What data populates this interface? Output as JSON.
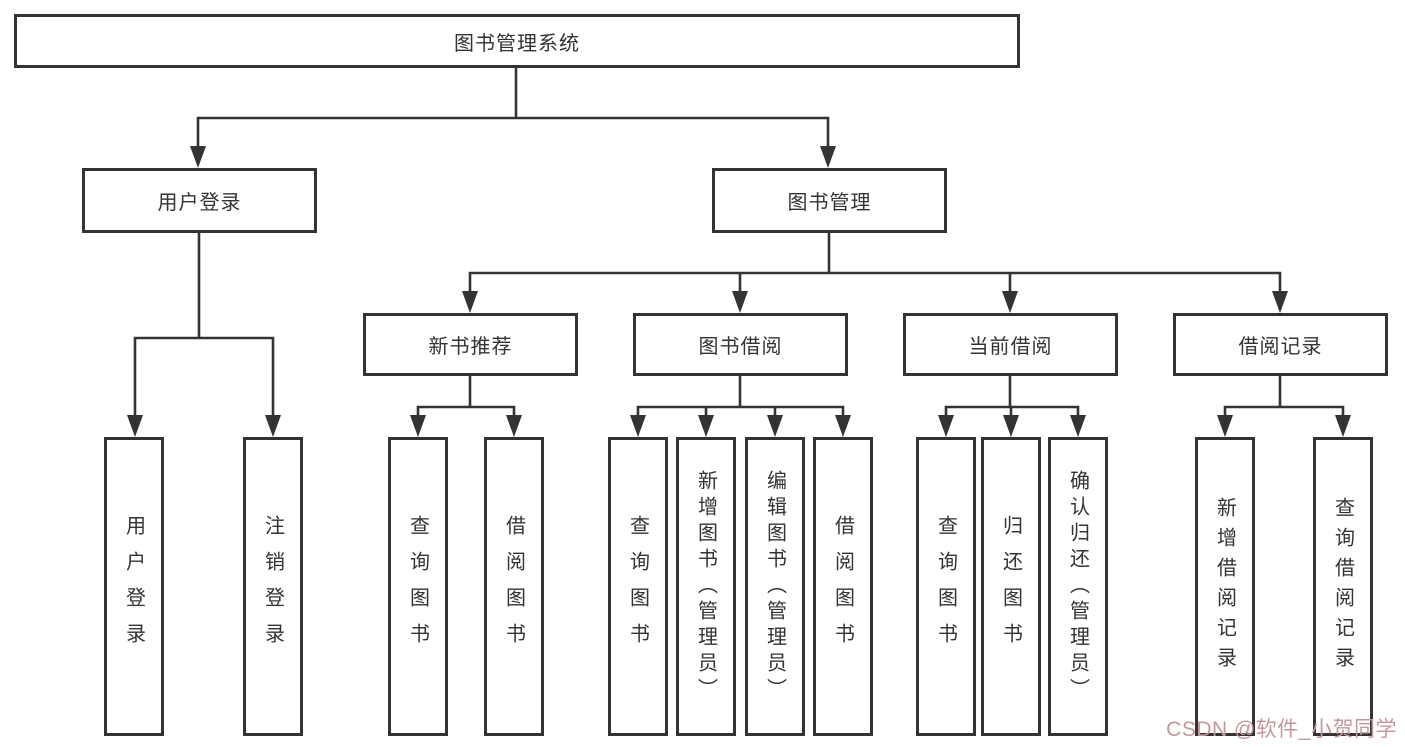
{
  "diagram": {
    "root": {
      "label": "图书管理系统"
    },
    "level2": {
      "user_login": {
        "label": "用户登录"
      },
      "book_management": {
        "label": "图书管理"
      }
    },
    "user_login_children": [
      "用户登录",
      "注销登录"
    ],
    "modules": [
      {
        "label": "新书推荐"
      },
      {
        "label": "图书借阅"
      },
      {
        "label": "当前借阅"
      },
      {
        "label": "借阅记录"
      }
    ],
    "new_book_children": [
      "查询图书",
      "借阅图书"
    ],
    "book_borrow_children": [
      "查询图书",
      "新增图书（管理员）",
      "编辑图书（管理员）",
      "借阅图书"
    ],
    "current_borrow_children": [
      "查询图书",
      "归还图书",
      "确认归还（管理员）"
    ],
    "borrow_record_children": [
      "新增借阅记录",
      "查询借阅记录"
    ]
  },
  "colors": {
    "line": "#333333",
    "box_background": "#ffffff",
    "text": "#333333",
    "watermark": "#c4989b"
  },
  "watermark": {
    "text": "CSDN @软件_小贺同学"
  }
}
